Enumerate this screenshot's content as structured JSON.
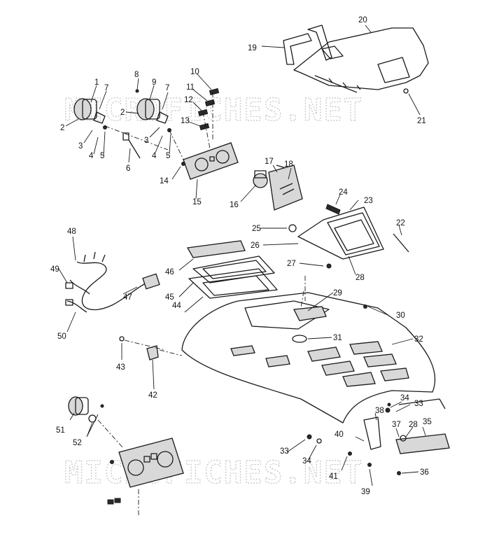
{
  "watermark": "MICROFICHES.NET",
  "callouts": {
    "c1": "1",
    "c2a": "2",
    "c2b": "2",
    "c3a": "3",
    "c3b": "3",
    "c4a": "4",
    "c4b": "4",
    "c5a": "5",
    "c5b": "5",
    "c6": "6",
    "c7a": "7",
    "c7b": "7",
    "c8": "8",
    "c9": "9",
    "c10": "10",
    "c11": "11",
    "c12": "12",
    "c13": "13",
    "c14": "14",
    "c15": "15",
    "c16": "16",
    "c17": "17",
    "c18": "18",
    "c19": "19",
    "c20": "20",
    "c21": "21",
    "c22": "22",
    "c23": "23",
    "c24": "24",
    "c25": "25",
    "c26": "26",
    "c27": "27",
    "c28a": "28",
    "c28b": "28",
    "c29": "29",
    "c30": "30",
    "c31": "31",
    "c32": "32",
    "c33a": "33",
    "c33b": "33",
    "c34a": "34",
    "c34b": "34",
    "c35": "35",
    "c36": "36",
    "c37": "37",
    "c38": "38",
    "c39": "39",
    "c40": "40",
    "c41": "41",
    "c42": "42",
    "c43": "43",
    "c44": "44",
    "c45": "45",
    "c46": "46",
    "c47": "47",
    "c48": "48",
    "c49": "49",
    "c50": "50",
    "c51": "51",
    "c52": "52"
  }
}
